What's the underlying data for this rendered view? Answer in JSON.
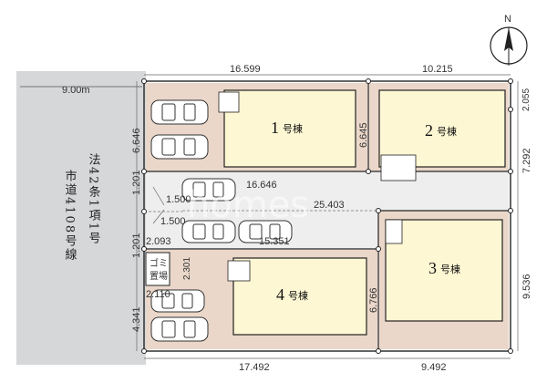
{
  "road": {
    "width_label": "9.00m",
    "law_col1": "法42条1項1号",
    "law_col2": "市道4108号線"
  },
  "buildings": {
    "b1": {
      "num": "1",
      "suffix": "号棟"
    },
    "b2": {
      "num": "2",
      "suffix": "号棟"
    },
    "b3": {
      "num": "3",
      "suffix": "号棟"
    },
    "b4": {
      "num": "4",
      "suffix": "号棟"
    }
  },
  "garbage": {
    "line1": "ゴミ",
    "line2": "置場"
  },
  "dimensions": {
    "top_left": "16.599",
    "top_right": "10.215",
    "right_top_small": "2.055",
    "lot1_left": "6.646",
    "lot2_left": "6.645",
    "right_mid": "7.292",
    "driveway_top_width": "1.201",
    "driveway_inner": "1.500",
    "driveway_top_length": "16.646",
    "driveway_long": "25.403",
    "driveway_inner_2": "1.500",
    "driveway_bottom_width": "1.201",
    "garbage_small": "2.093",
    "driveway_bottom_length": "15.351",
    "right_lower": "9.536",
    "garbage_vertical": "2.301",
    "lot4_right": "6.766",
    "garbage_bottom": "2.110",
    "left_bottom": "4.341",
    "bottom_left": "17.492",
    "bottom_right": "9.492"
  },
  "compass": {
    "label": "N"
  },
  "watermark": "homes",
  "colors": {
    "road": "#d5d7d9",
    "lot": "#ead7c9",
    "driveway": "#eeeeee",
    "building": "#fdf7d3",
    "line": "#222222"
  }
}
